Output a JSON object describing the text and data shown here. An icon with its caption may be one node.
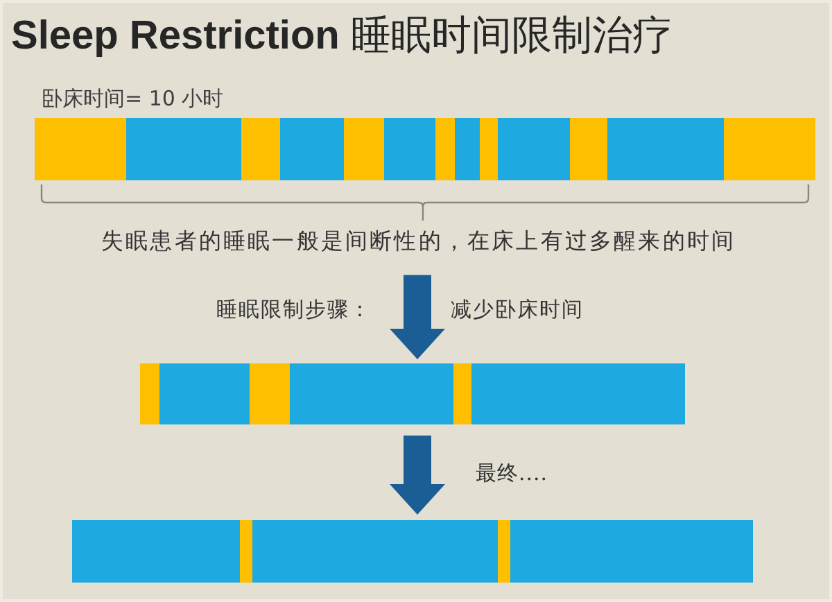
{
  "diagram": {
    "title": "**Sleep Restriction** 睡眠时间限制治疗",
    "nodes": [
      {
        "text": [],
        "shape": "bar",
        "beside": [
          "卧床时间= 10 小时"
        ]
      },
      {
        "text": [
          "失眠患者的睡眠一般是间断性的，在床上有过多醒来的时间"
        ]
      },
      {
        "text": [],
        "shape": "bar"
      },
      {
        "text": [],
        "shape": "bar"
      }
    ],
    "edges": [
      {
        "from": 1,
        "to": 2,
        "arrow": "to",
        "label": "减少卧床时间"
      },
      {
        "from": 2,
        "to": 3,
        "arrow": "to",
        "label": "最终...."
      }
    ],
    "labels": [
      "睡眠限制步骤："
    ]
  }
}
